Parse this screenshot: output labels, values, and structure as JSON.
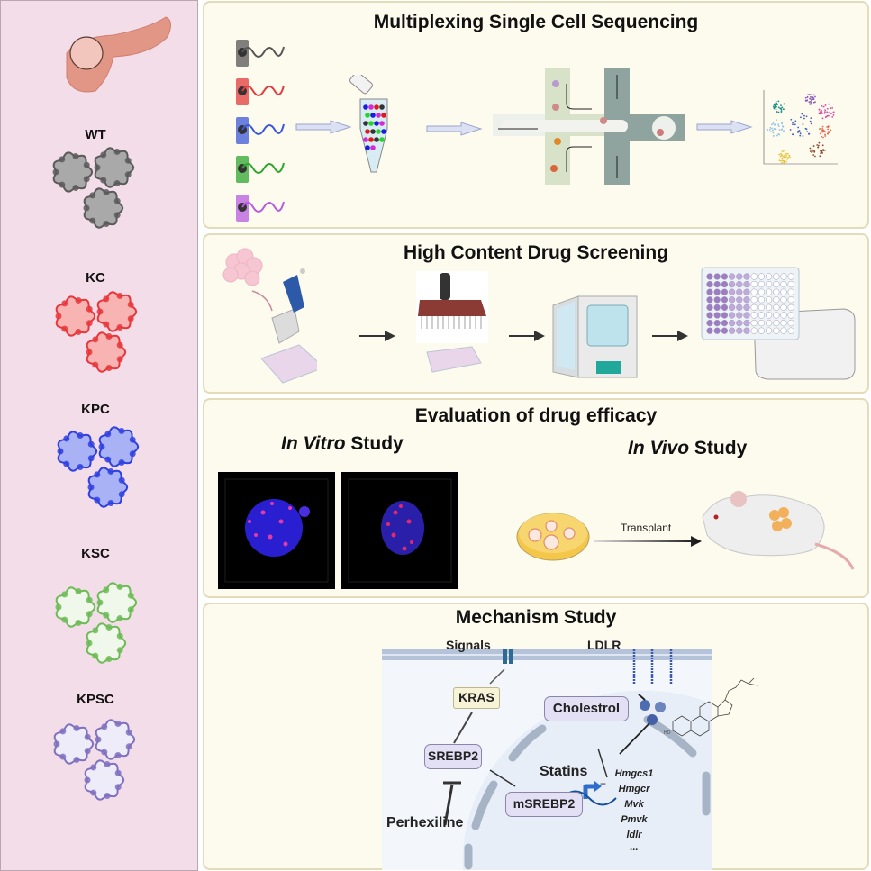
{
  "sidebar": {
    "organ": "pancreas",
    "genotypes": [
      {
        "label": "WT",
        "color": "#5a5a5a",
        "fill": "#a9a9a9"
      },
      {
        "label": "KC",
        "color": "#e8363a",
        "fill": "#f8b3b3"
      },
      {
        "label": "KPC",
        "color": "#2f3fe0",
        "fill": "#a9b2f5"
      },
      {
        "label": "KSC",
        "color": "#6cbb55",
        "fill": "#f0f8ec"
      },
      {
        "label": "KPSC",
        "color": "#7f70c0",
        "fill": "#eeecf8"
      }
    ]
  },
  "panels": {
    "sequencing": {
      "title": "Multiplexing Single Cell Sequencing",
      "barcode_colors": [
        "#555555",
        "#e23b3b",
        "#3b57d8",
        "#2da52d",
        "#b55be0"
      ]
    },
    "screening": {
      "title": "High Content Drug Screening"
    },
    "efficacy": {
      "title": "Evaluation of drug efficacy",
      "in_vitro": {
        "italic": "In Vitro",
        "rest": " Study"
      },
      "in_vivo": {
        "italic": "In Vivo",
        "rest": " Study"
      },
      "transplant_label": "Transplant"
    },
    "mechanism": {
      "title": "Mechanism Study",
      "signals_label": "Signals",
      "ldlr_label": "LDLR",
      "kras_label": "KRAS",
      "cholesterol_label": "Cholestrol",
      "srebp2_label": "SREBP2",
      "msrebp2_label": "mSREBP2",
      "statins_label": "Statins",
      "perhexiline_label": "Perhexiline",
      "plus_sign": "+",
      "genes": [
        "Hmgcs1",
        "Hmgcr",
        "Mvk",
        "Pmvk",
        "ldlr",
        "..."
      ],
      "molecule_label": "HO"
    }
  }
}
